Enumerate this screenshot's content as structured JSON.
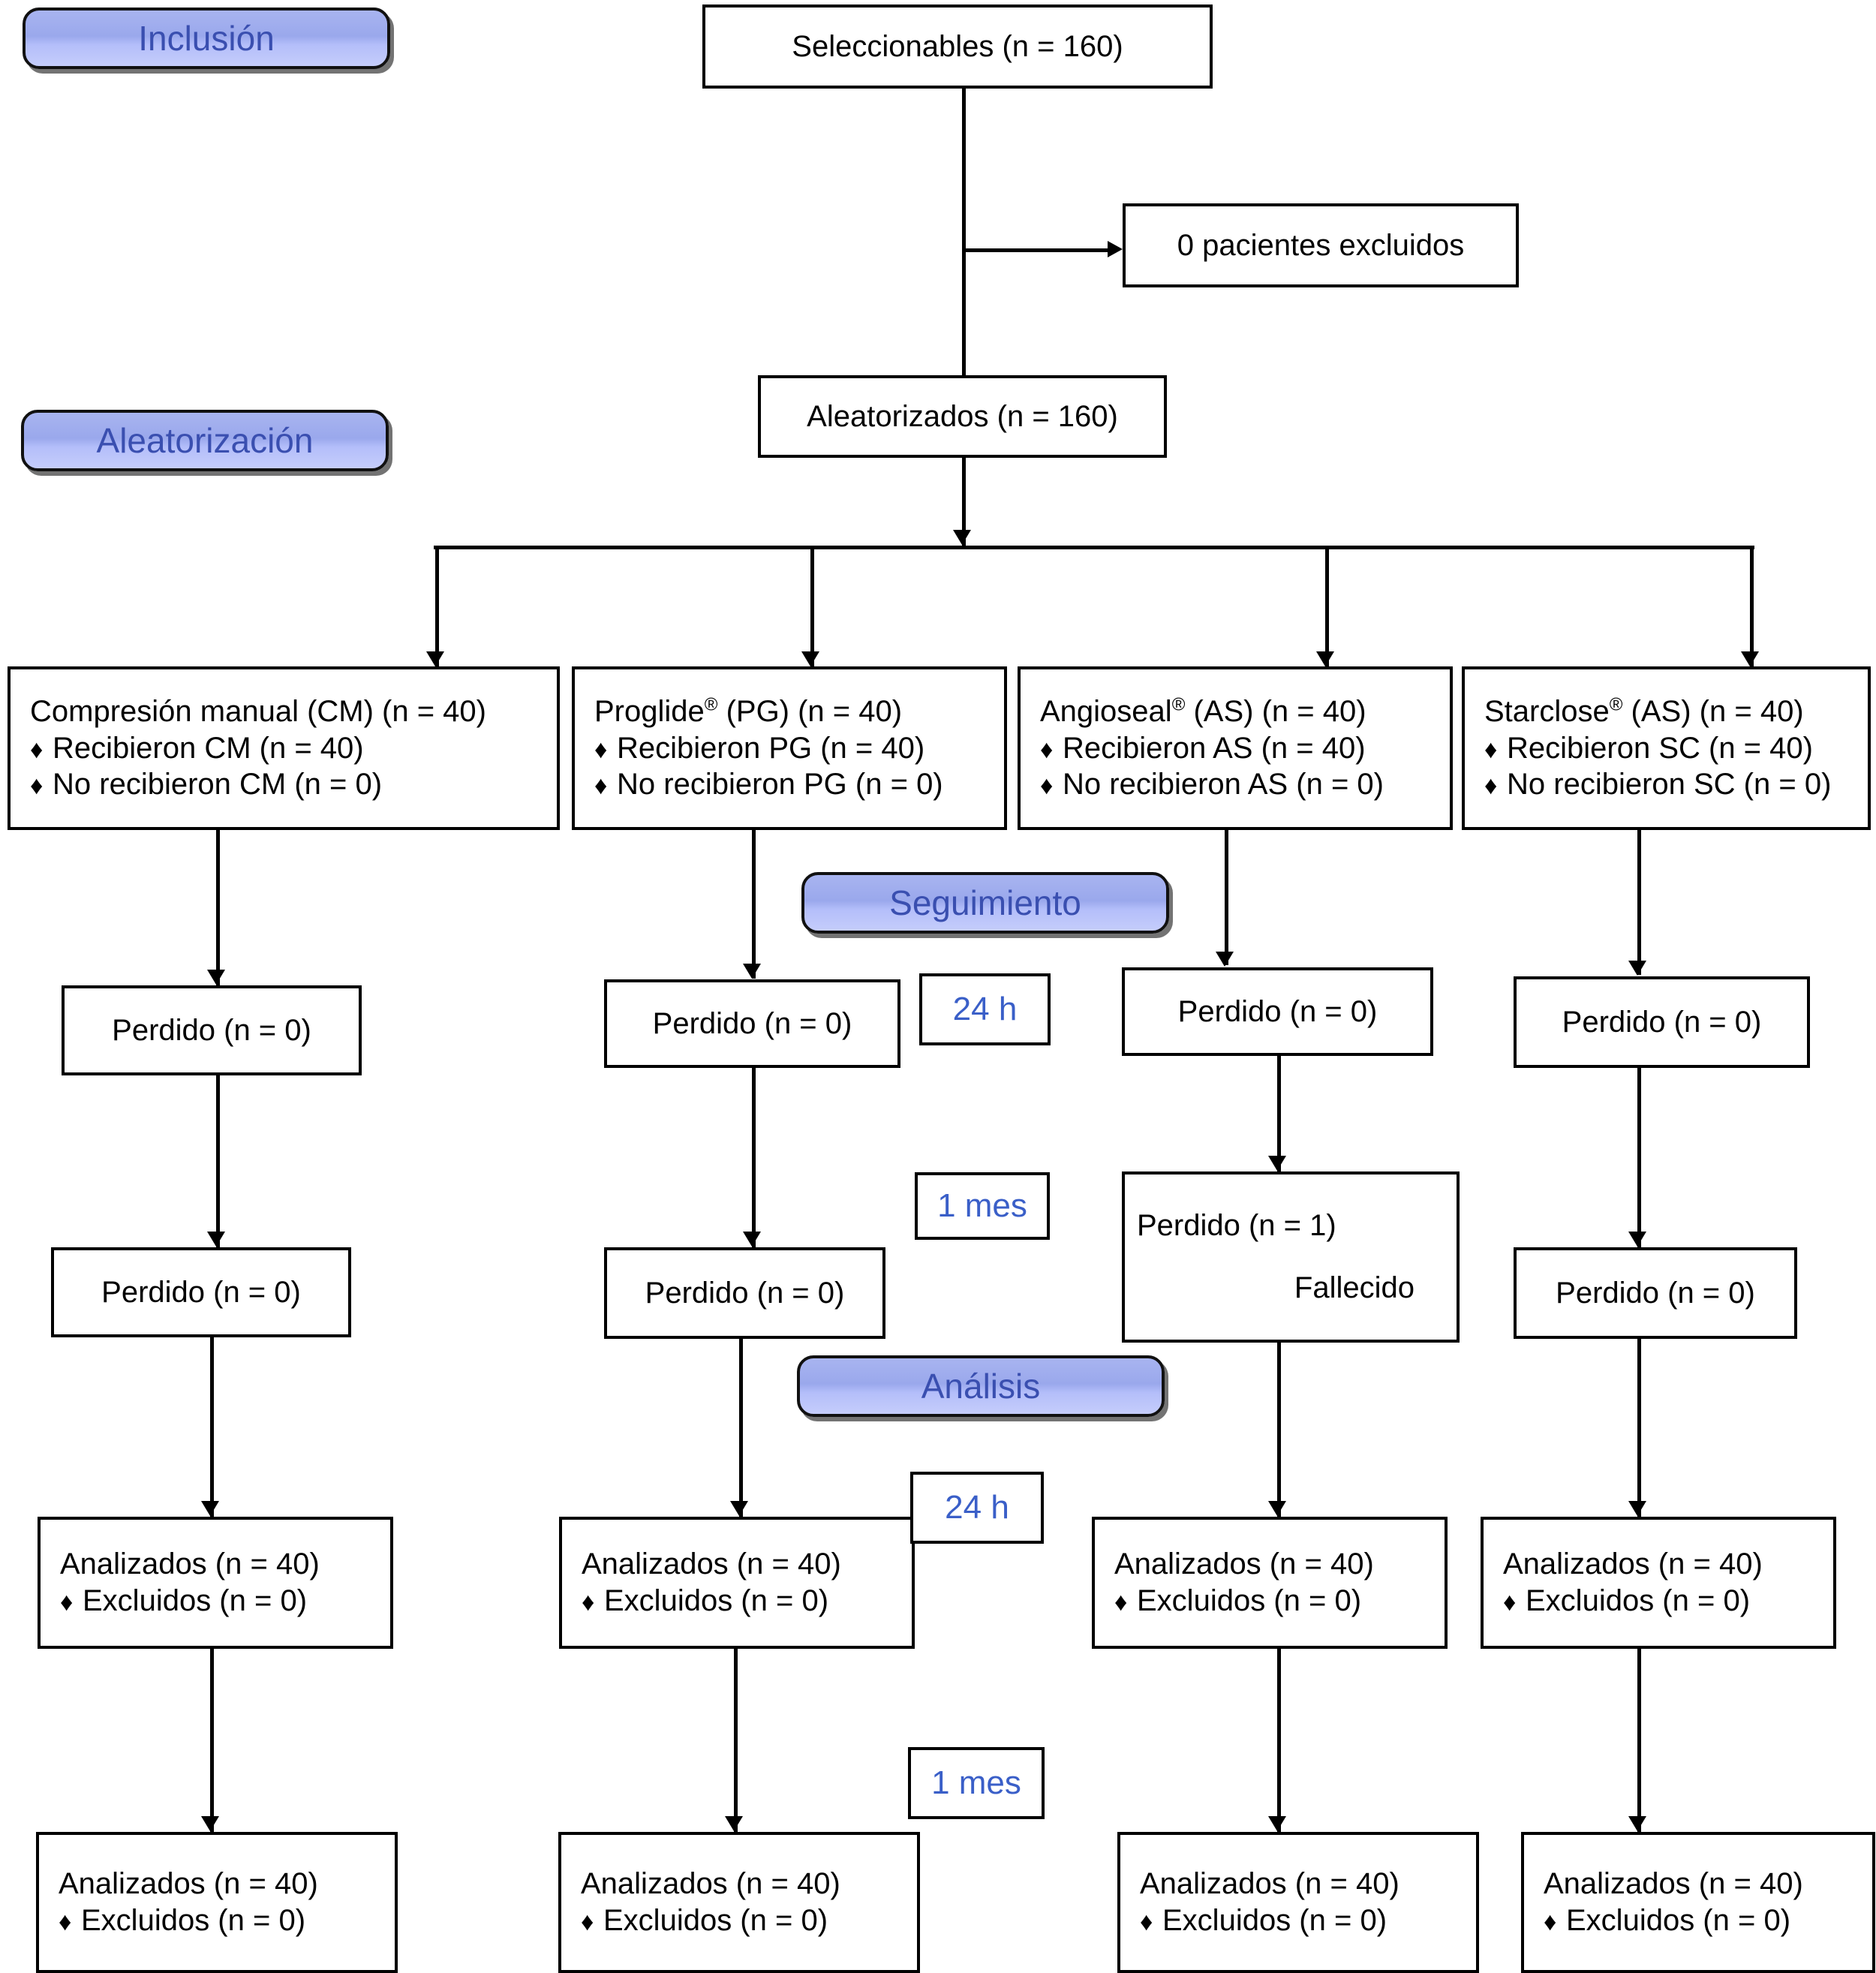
{
  "stages": {
    "inclusion": "Inclusión",
    "randomization": "Aleatorización",
    "followup": "Seguimiento",
    "analysis": "Análisis"
  },
  "colors": {
    "banner_fill": "#a8b4f0",
    "banner_text": "#3a4fb0",
    "time_text": "#3a5fc8",
    "box_border": "#000000",
    "bullet": "♦"
  },
  "top": {
    "eligible": "Seleccionables (n = 160)",
    "excluded": "0 pacientes excluidos",
    "randomized": "Aleatorizados (n = 160)"
  },
  "arms": [
    {
      "title": "Compresión manual (CM) (n = 40)",
      "received": "Recibieron CM (n = 40)",
      "not_received": "No recibieron CM (n = 0)",
      "lost_24h": "Perdido (n = 0)",
      "lost_1m": "Perdido (n = 0)",
      "lost_1m_note": "",
      "analyzed_24h": "Analizados (n = 40)",
      "excluded_24h": "Excluidos (n = 0)",
      "analyzed_1m": "Analizados (n = 40)",
      "excluded_1m": "Excluidos (n = 0)"
    },
    {
      "title": "Proglide® (PG) (n = 40)",
      "title_main": "Proglide",
      "title_reg": "®",
      "title_rest": " (PG) (n = 40)",
      "received": "Recibieron PG (n = 40)",
      "not_received": "No recibieron PG (n = 0)",
      "lost_24h": "Perdido (n = 0)",
      "lost_1m": "Perdido (n = 0)",
      "lost_1m_note": "",
      "analyzed_24h": "Analizados (n = 40)",
      "excluded_24h": "Excluidos (n = 0)",
      "analyzed_1m": "Analizados (n = 40)",
      "excluded_1m": "Excluidos (n = 0)"
    },
    {
      "title": "Angioseal® (AS) (n = 40)",
      "title_main": "Angioseal",
      "title_reg": "®",
      "title_rest": " (AS) (n = 40)",
      "received": "Recibieron AS (n = 40)",
      "not_received": "No recibieron AS (n = 0)",
      "lost_24h": "Perdido (n = 0)",
      "lost_1m": "Perdido (n = 1)",
      "lost_1m_note": "Fallecido",
      "analyzed_24h": "Analizados (n = 40)",
      "excluded_24h": "Excluidos (n = 0)",
      "analyzed_1m": "Analizados (n = 40)",
      "excluded_1m": "Excluidos (n = 0)"
    },
    {
      "title": "Starclose® (AS) (n = 40)",
      "title_main": "Starclose",
      "title_reg": "®",
      "title_rest": " (AS) (n = 40)",
      "received": "Recibieron SC (n = 40)",
      "not_received": "No recibieron SC (n = 0)",
      "lost_24h": "Perdido (n = 0)",
      "lost_1m": "Perdido (n = 0)",
      "lost_1m_note": "",
      "analyzed_24h": "Analizados (n = 40)",
      "excluded_24h": "Excluidos (n = 0)",
      "analyzed_1m": "Analizados (n = 40)",
      "excluded_1m": "Excluidos (n = 0)"
    }
  ],
  "timepoints": {
    "followup_24h": "24 h",
    "followup_1m": "1 mes",
    "analysis_24h": "24 h",
    "analysis_1m": "1 mes"
  }
}
